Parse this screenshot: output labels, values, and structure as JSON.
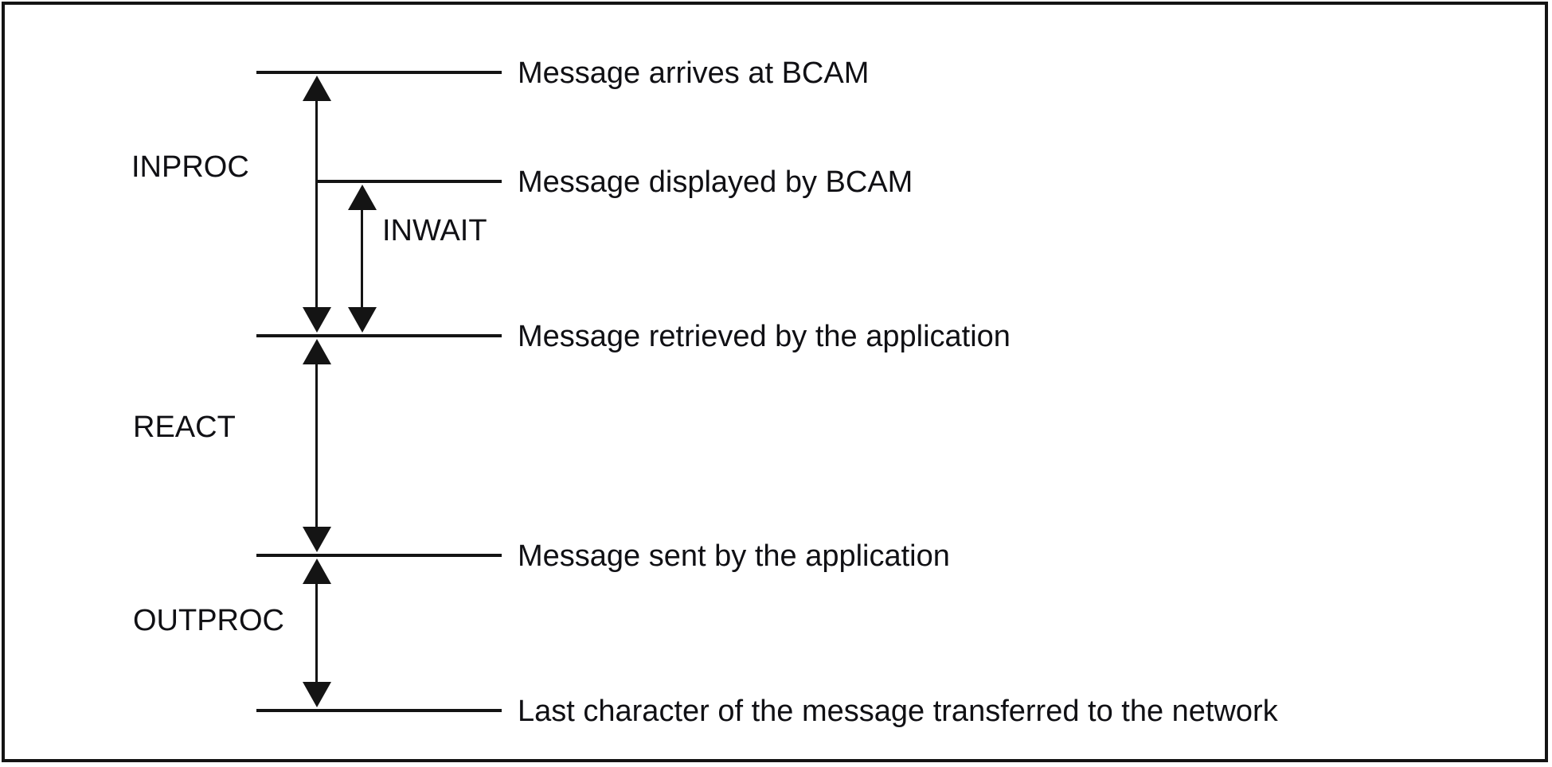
{
  "figure": {
    "events": [
      {
        "label": "Message arrives at BCAM"
      },
      {
        "label": "Message displayed by BCAM"
      },
      {
        "label": "Message retrieved by the application"
      },
      {
        "label": "Message sent by the application"
      },
      {
        "label": "Last character of the message transferred to the network"
      }
    ],
    "intervals": [
      {
        "label": "INPROC",
        "from": "Message arrives at BCAM",
        "to": "Message retrieved by the application"
      },
      {
        "label": "INWAIT",
        "from": "Message displayed by BCAM",
        "to": "Message retrieved by the application"
      },
      {
        "label": "REACT",
        "from": "Message retrieved by the application",
        "to": "Message sent by the application"
      },
      {
        "label": "OUTPROC",
        "from": "Message sent by the application",
        "to": "Last character of the message transferred to the network"
      }
    ],
    "colors": {
      "ink": "#141414",
      "background": "#ffffff"
    }
  }
}
